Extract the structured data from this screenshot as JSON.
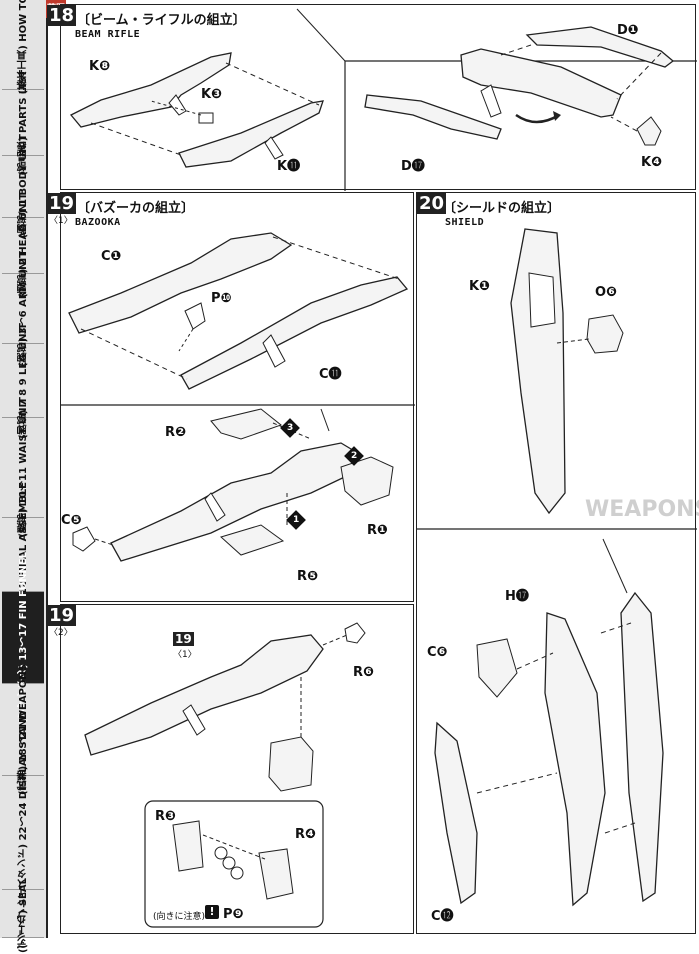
{
  "watermark": "蓝图",
  "tabs": [
    {
      "jp": "(基本工具)",
      "en": "HOW TO",
      "active": false
    },
    {
      "jp": "(部品表)",
      "en": "PARTS LIST",
      "active": false
    },
    {
      "jp": "(胸部) 1",
      "en": "BODY UNIT",
      "active": false
    },
    {
      "jp": "(頭部) 2",
      "en": "HEAD UNIT",
      "active": false
    },
    {
      "jp": "(腕部) 3〜6",
      "en": "ARM UNIT",
      "active": false
    },
    {
      "jp": "(脚部) 7 8 9",
      "en": "LEG UNIT",
      "active": false
    },
    {
      "jp": "(腰部) 10〜11",
      "en": "WAIST UNIT",
      "active": false
    },
    {
      "jp": "(完成) 12",
      "en": "FINAL ASSEMBLE",
      "active": false
    },
    {
      "jp": "(ファンネル) 13〜17",
      "en": "FIN FUNNEL",
      "active": true
    },
    {
      "jp": "(武器) 18〜21",
      "en": "WEAPONS",
      "active": false
    },
    {
      "jp": "(ディスプレイスタンド) 22〜24",
      "en": "DISPLAY STAND",
      "active": false
    },
    {
      "jp": "(シール)",
      "en": "SEAL",
      "active": false
    }
  ],
  "step18": {
    "num": "18",
    "title_jp": "〔ビーム・ライフルの組立〕",
    "title_en": "BEAM RIFLE",
    "parts": [
      "K❽",
      "K❸",
      "K⓫",
      "D❶",
      "D⓱",
      "K❹"
    ]
  },
  "step19a": {
    "num": "19",
    "sub": "〈1〉",
    "title_jp": "〔バズーカの組立〕",
    "title_en": "BAZOOKA",
    "parts": [
      "C❶",
      "P❿",
      "C⓫",
      "R❷",
      "R❶",
      "C❺",
      "R❺"
    ],
    "seq": [
      "3",
      "2",
      "1"
    ]
  },
  "step19b": {
    "num": "19",
    "sub": "〈2〉",
    "ref": "19",
    "ref_sub": "〈1〉",
    "parts": [
      "R❻",
      "R❸",
      "R❹",
      "P❾"
    ],
    "note": "(向きに注意)",
    "warn": "!"
  },
  "step20": {
    "num": "20",
    "title_jp": "〔シールドの組立〕",
    "title_en": "SHIELD",
    "parts": [
      "K❶",
      "O❻",
      "H⓱",
      "C❻",
      "C⓬"
    ],
    "bg_text": "WEAPONS"
  }
}
